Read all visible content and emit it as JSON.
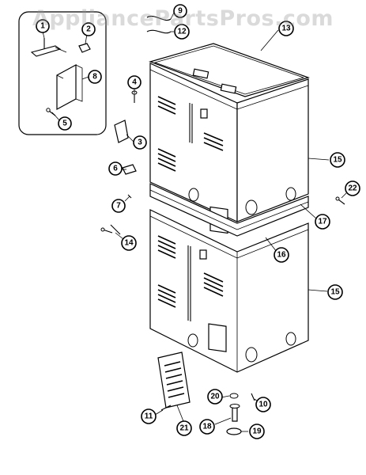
{
  "watermark": "AppliancePartsPros.com",
  "callouts": {
    "c1": "1",
    "c2": "2",
    "c3": "3",
    "c4": "4",
    "c5": "5",
    "c6": "6",
    "c7": "7",
    "c8": "8",
    "c9": "9",
    "c10": "10",
    "c11": "11",
    "c12": "12",
    "c13": "13",
    "c14": "14",
    "c15a": "15",
    "c15b": "15",
    "c16": "16",
    "c17": "17",
    "c18": "18",
    "c19": "19",
    "c20": "20",
    "c21": "21",
    "c22": "22"
  }
}
